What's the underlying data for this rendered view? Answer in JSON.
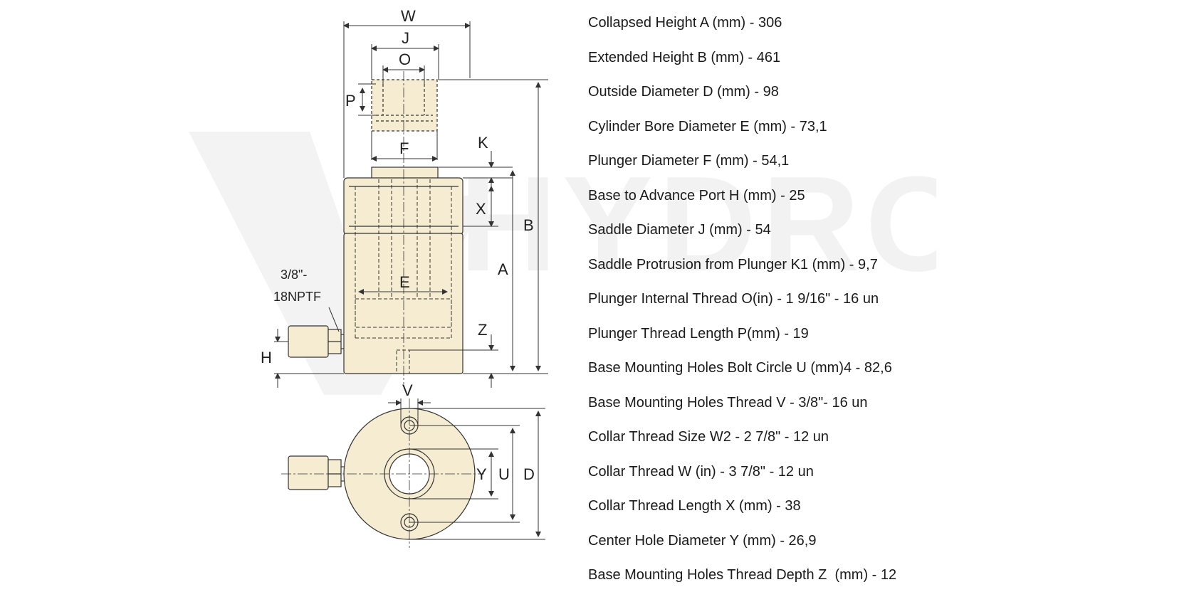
{
  "watermark": {
    "text": "HYDRON"
  },
  "drawing": {
    "labels": {
      "W": "W",
      "J": "J",
      "O": "O",
      "P": "P",
      "F": "F",
      "K": "K",
      "X": "X",
      "B": "B",
      "A": "A",
      "E": "E",
      "Z": "Z",
      "H": "H",
      "V": "V",
      "Y": "Y",
      "U": "U",
      "D": "D"
    },
    "port_label_line1": "3/8\"-",
    "port_label_line2": "18NPTF"
  },
  "specs": [
    "Collapsed Height A (mm) - 306",
    "Extended Height B (mm) - 461",
    "Outside Diameter D (mm) - 98",
    "Cylinder Bore Diameter E (mm) - 73,1",
    "Plunger Diameter F (mm) - 54,1",
    "Base to Advance Port H (mm) - 25",
    "Saddle Diameter J (mm) - 54",
    "Saddle Protrusion from Plunger K1 (mm) - 9,7",
    "Plunger Internal Thread O(in) - 1 9/16\" - 16 un",
    "Plunger Thread Length P(mm) - 19",
    "Base Mounting Holes Bolt Circle U (mm)4 - 82,6",
    "Base Mounting Holes Thread V - 3/8\"- 16 un",
    "Collar Thread Size W2 - 2 7/8\" - 12 un",
    "Collar Thread W (in) - 3 7/8\" - 12 un",
    "Collar Thread Length X (mm) - 38",
    "Center Hole Diameter Y (mm) - 26,9",
    "Base Mounting Holes Thread Depth Z  (mm) - 12"
  ],
  "colors": {
    "body_fill": "#f5ecd2",
    "line": "#333333",
    "watermark": "#f3f3f3"
  }
}
